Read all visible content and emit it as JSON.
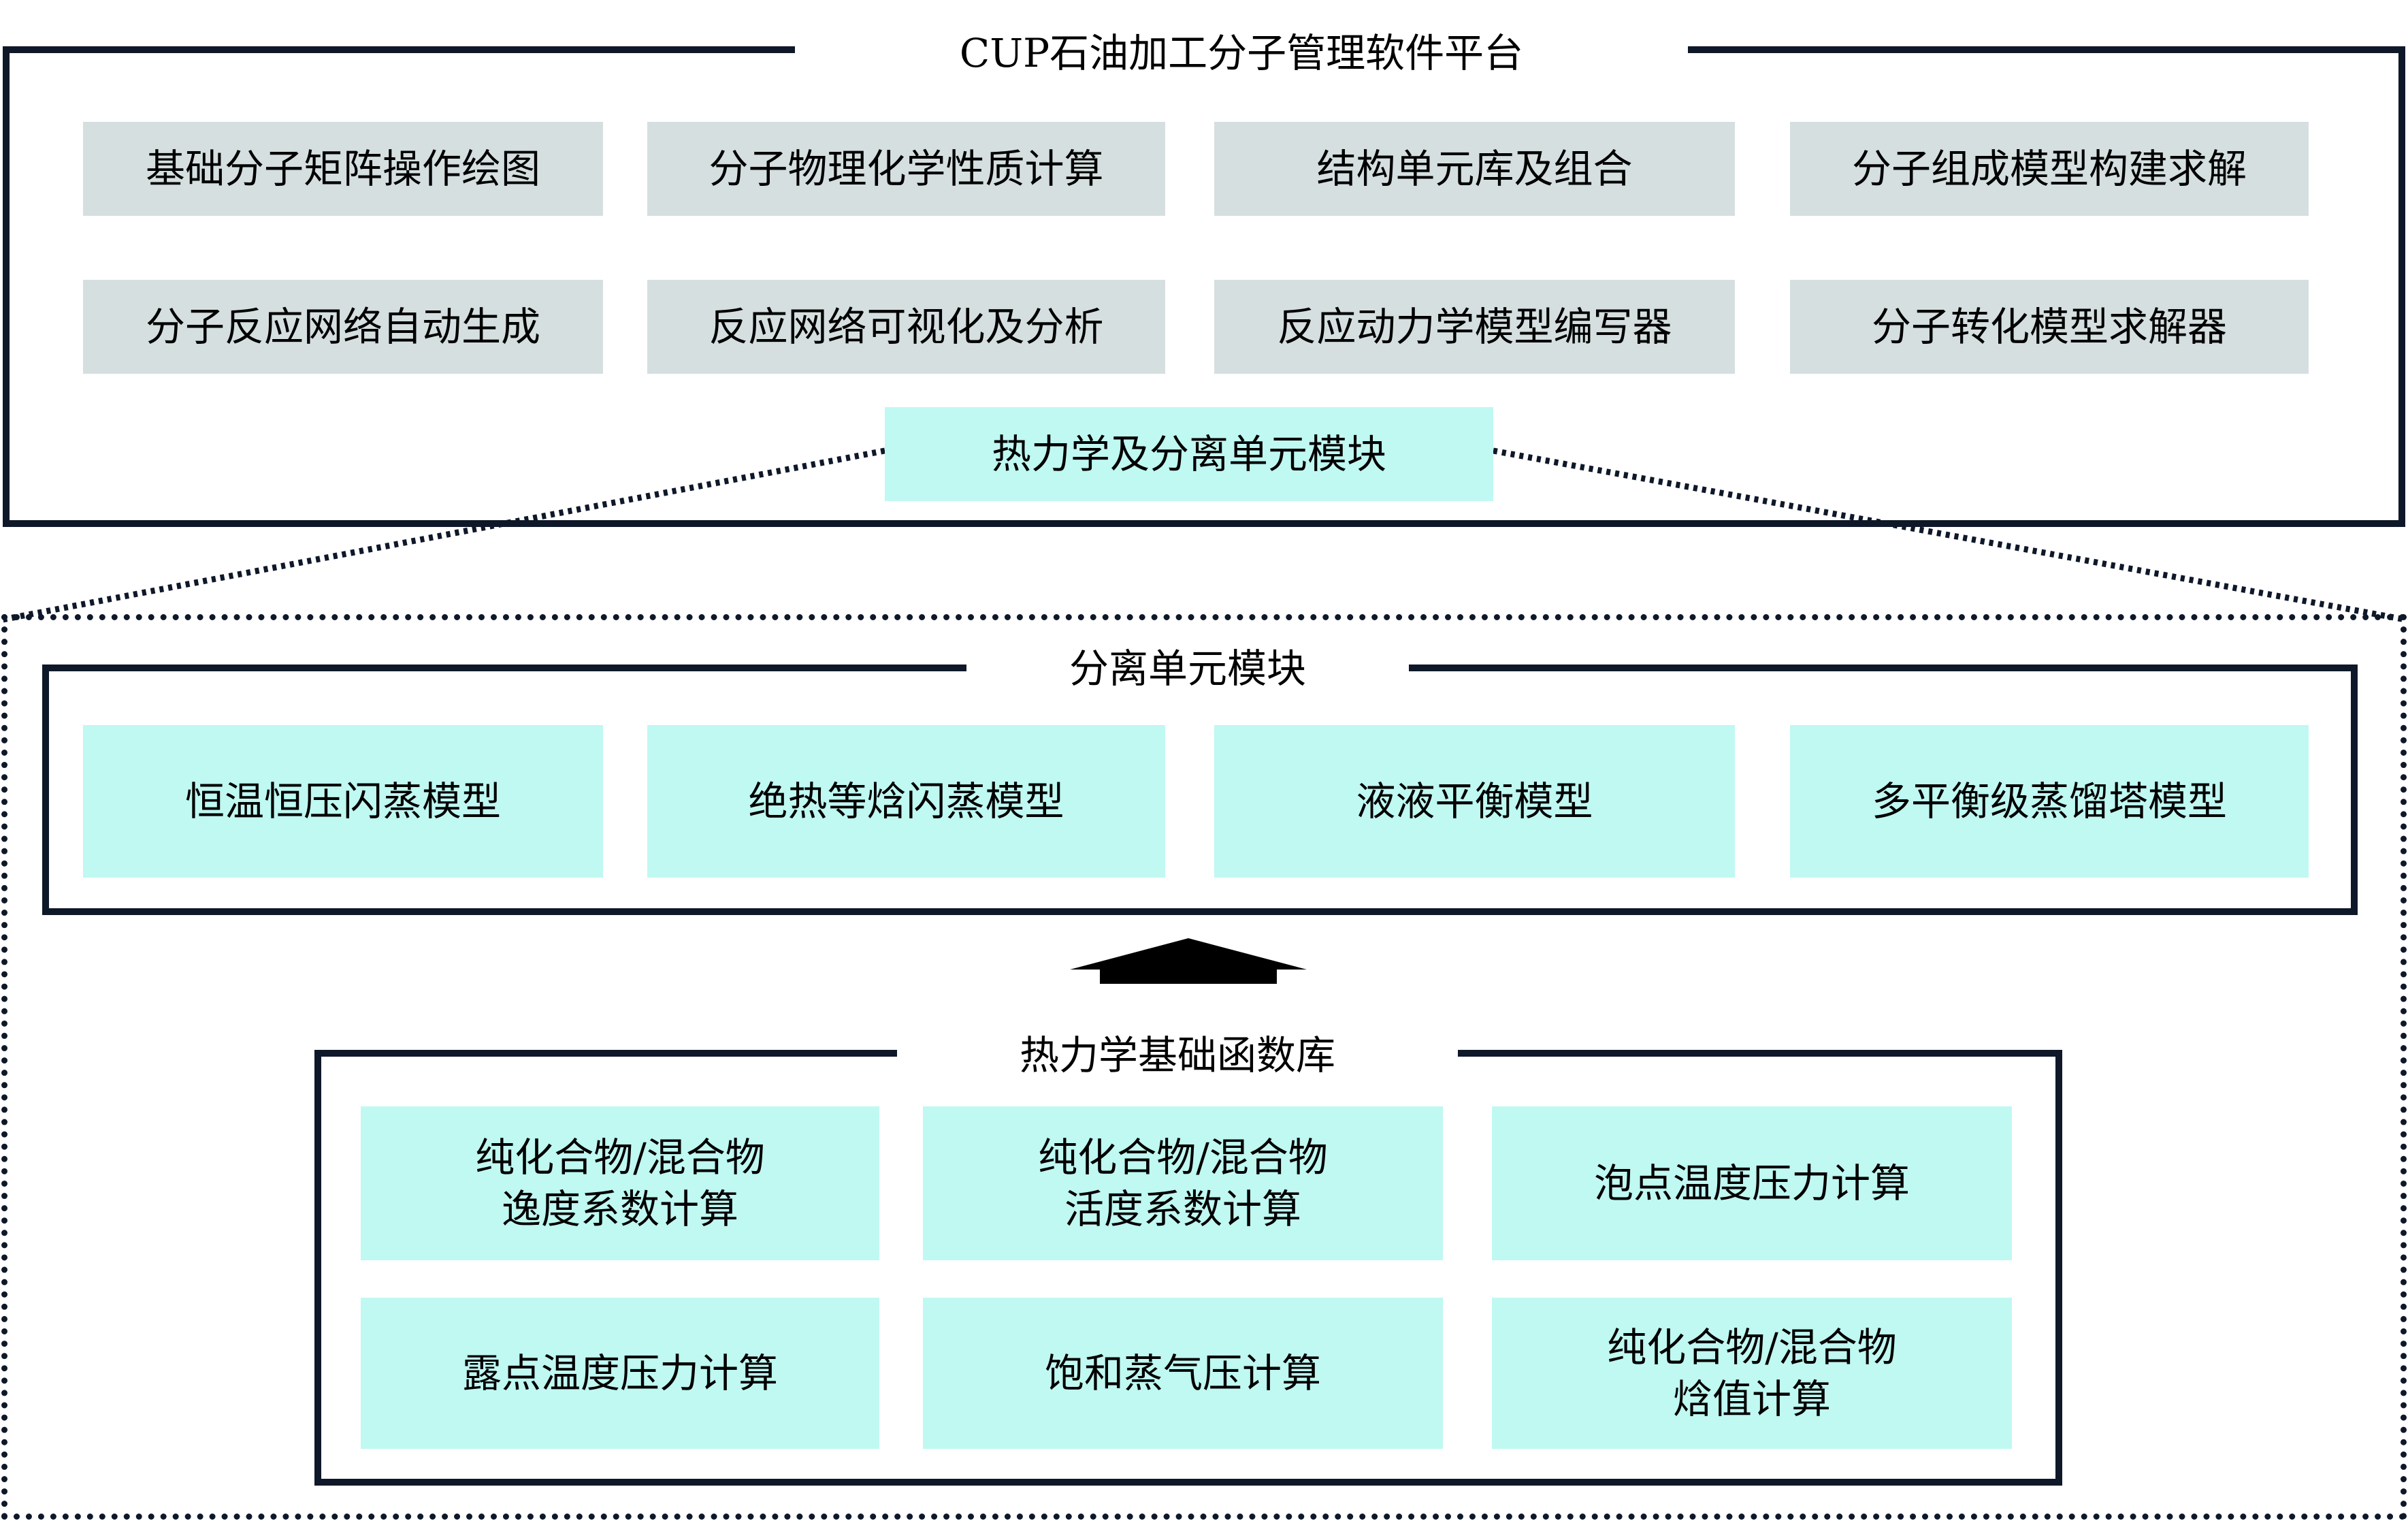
{
  "platform": {
    "title": "CUP石油加工分子管理软件平台",
    "modules_row1": [
      "基础分子矩阵操作绘图",
      "分子物理化学性质计算",
      "结构单元库及组合",
      "分子组成模型构建求解"
    ],
    "modules_row2": [
      "分子反应网络自动生成",
      "反应网络可视化及分析",
      "反应动力学模型编写器",
      "分子转化模型求解器"
    ],
    "highlight_module": "热力学及分离单元模块"
  },
  "separation": {
    "title": "分离单元模块",
    "modules": [
      "恒温恒压闪蒸模型",
      "绝热等焓闪蒸模型",
      "液液平衡模型",
      "多平衡级蒸馏塔模型"
    ]
  },
  "thermo_library": {
    "title": "热力学基础函数库",
    "row1": [
      "纯化合物/混合物\n逸度系数计算",
      "纯化合物/混合物\n活度系数计算",
      "泡点温度压力计算"
    ],
    "row2": [
      "露点温度压力计算",
      "饱和蒸气压计算",
      "纯化合物/混合物\n焓值计算"
    ]
  },
  "colors": {
    "frame": "#0e1829",
    "platform_module_fill": "#d5dfe0",
    "thermo_module_fill": "#c0f8f2"
  }
}
